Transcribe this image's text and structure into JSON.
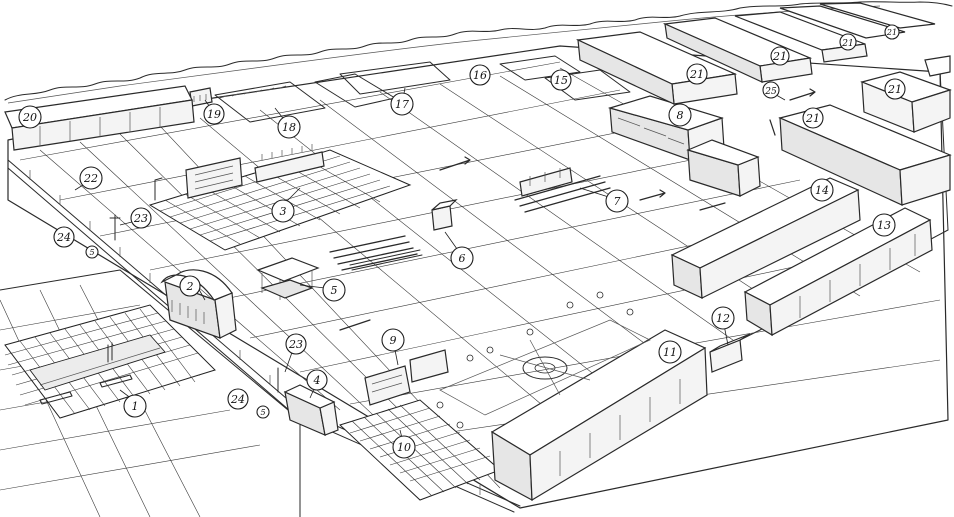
{
  "diagram": {
    "callouts": [
      {
        "id": "c1",
        "label": "1"
      },
      {
        "id": "c2",
        "label": "2"
      },
      {
        "id": "c3",
        "label": "3"
      },
      {
        "id": "c4",
        "label": "4"
      },
      {
        "id": "c5",
        "label": "5"
      },
      {
        "id": "c6",
        "label": "6"
      },
      {
        "id": "c7",
        "label": "7"
      },
      {
        "id": "c8",
        "label": "8"
      },
      {
        "id": "c9",
        "label": "9"
      },
      {
        "id": "c10",
        "label": "10"
      },
      {
        "id": "c11",
        "label": "11"
      },
      {
        "id": "c12",
        "label": "12"
      },
      {
        "id": "c13",
        "label": "13"
      },
      {
        "id": "c14",
        "label": "14"
      },
      {
        "id": "c15",
        "label": "15"
      },
      {
        "id": "c16",
        "label": "16"
      },
      {
        "id": "c17",
        "label": "17"
      },
      {
        "id": "c18",
        "label": "18"
      },
      {
        "id": "c19",
        "label": "19"
      },
      {
        "id": "c20",
        "label": "20"
      },
      {
        "id": "c21a",
        "label": "21"
      },
      {
        "id": "c21b",
        "label": "21"
      },
      {
        "id": "c21c",
        "label": "21"
      },
      {
        "id": "c21d",
        "label": "21"
      },
      {
        "id": "c21e",
        "label": "21"
      },
      {
        "id": "c21f",
        "label": "21"
      },
      {
        "id": "c22",
        "label": "22"
      },
      {
        "id": "c23a",
        "label": "23"
      },
      {
        "id": "c23b",
        "label": "23"
      },
      {
        "id": "c24a",
        "label": "24"
      },
      {
        "id": "c24b",
        "label": "24"
      },
      {
        "id": "c25",
        "label": "25"
      }
    ],
    "gate_markers": [
      {
        "id": "g1",
        "label": "5"
      },
      {
        "id": "g2",
        "label": "5"
      }
    ]
  }
}
